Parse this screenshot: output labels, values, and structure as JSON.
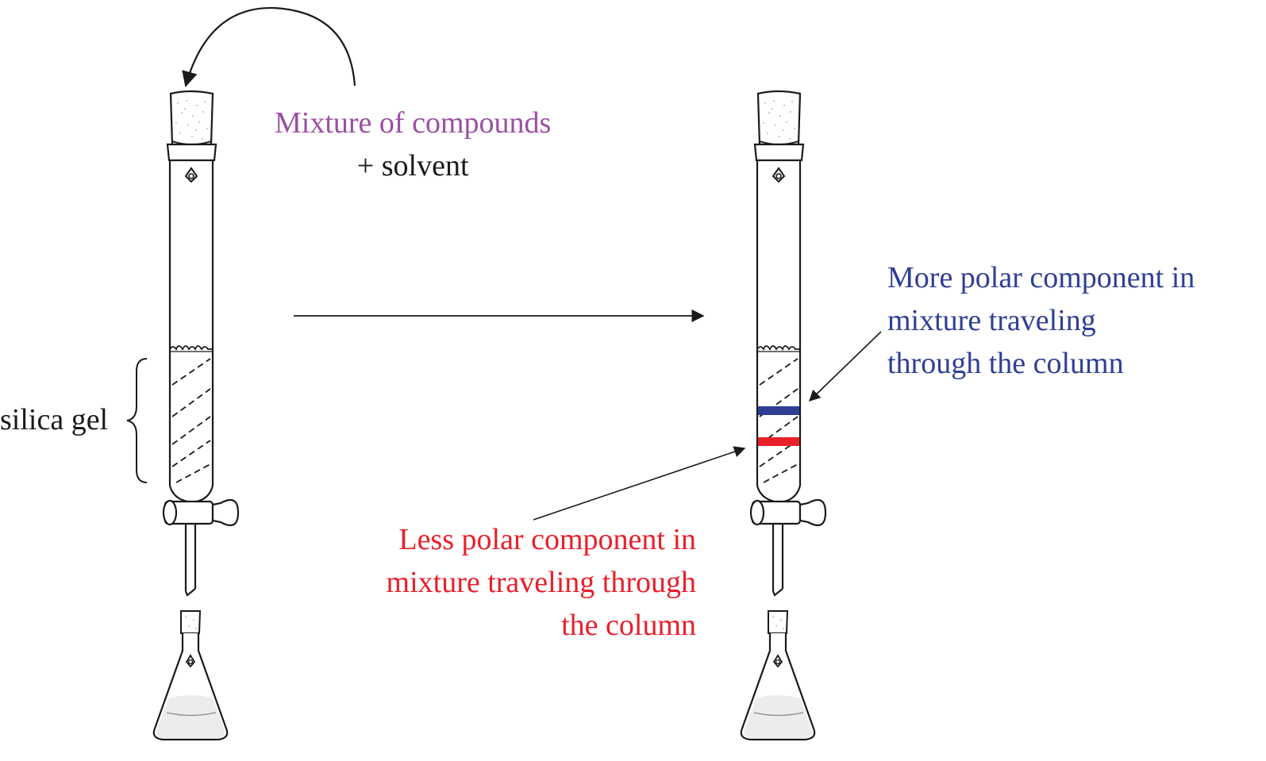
{
  "labels": {
    "mixture": {
      "line1": "Mixture of compounds",
      "line2": "+ solvent"
    },
    "silica": "silica gel",
    "more_polar": {
      "line1": "More polar component in",
      "line2": "mixture traveling",
      "line3": "through the column"
    },
    "less_polar": {
      "line1": "Less polar component in",
      "line2": "mixture traveling through",
      "line3": "the column"
    }
  },
  "colors": {
    "mixture_text": "#9b4fa3",
    "more_polar": "#2e3f95",
    "less_polar": "#e8202a",
    "ink": "#1a1a1a"
  }
}
